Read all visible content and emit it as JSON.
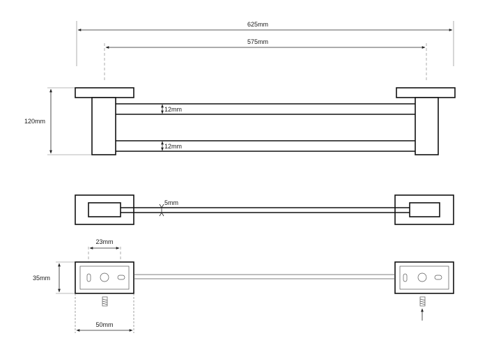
{
  "dimensions": {
    "overall_width": "625mm",
    "mount_spacing": "575mm",
    "height": "120mm",
    "bar_upper": "12mm",
    "bar_lower": "12mm",
    "bar_thickness": "5mm",
    "hole_spacing": "23mm",
    "plate_height": "35mm",
    "plate_width": "50mm"
  }
}
